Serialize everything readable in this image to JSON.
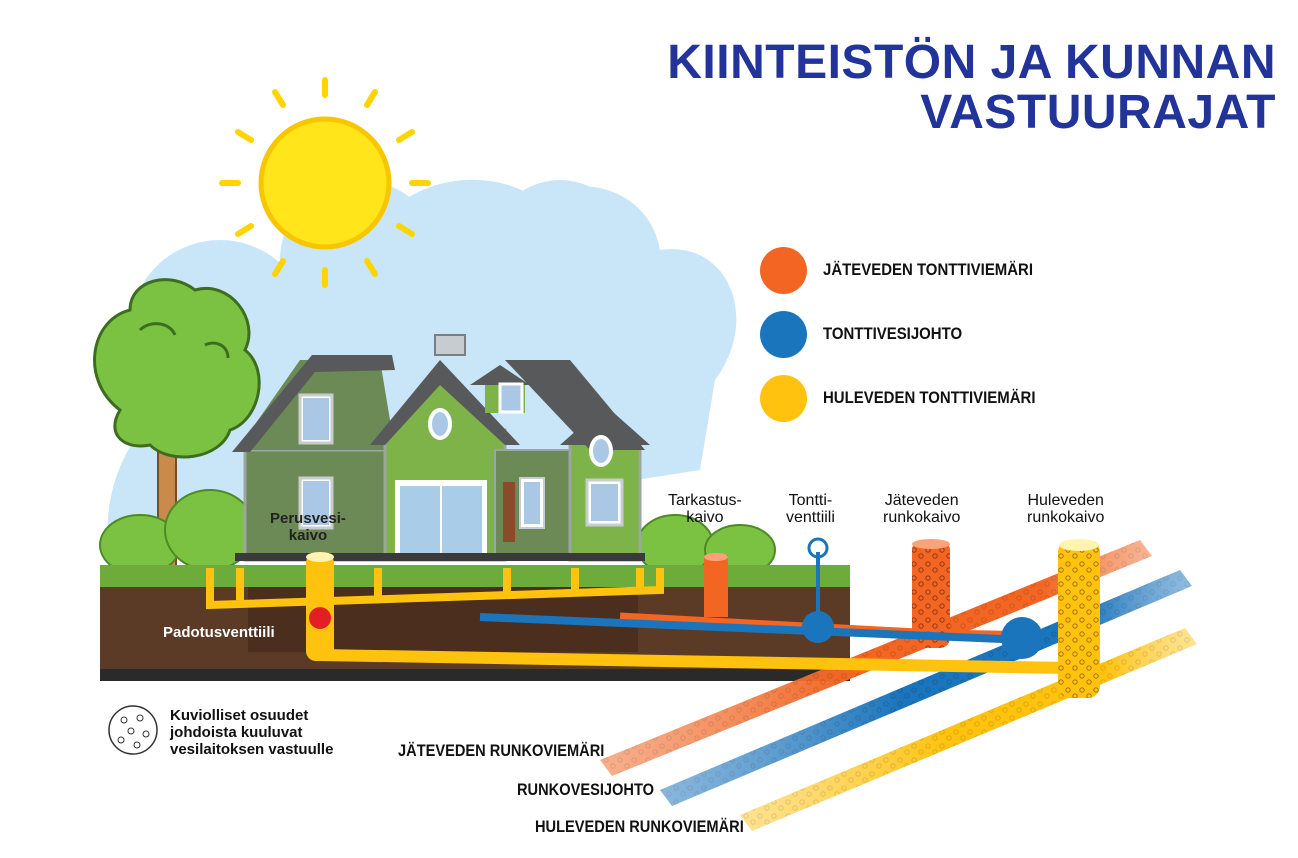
{
  "title": {
    "line1": "KIINTEISTÖN JA KUNNAN",
    "line2": "VASTUURAJAT"
  },
  "legend": [
    {
      "label": "JÄTEVEDEN TONTTIVIEMÄRI",
      "color": "#f26522"
    },
    {
      "label": "TONTTIVESIJOHTO",
      "color": "#1b75bc"
    },
    {
      "label": "HULEVEDEN TONTTIVIEMÄRI",
      "color": "#ffc20e"
    }
  ],
  "labels": {
    "perusvesikaivo": "Perusvesi-\nkaivo",
    "padotusventtiili": "Padotusventtiili",
    "tarkastuskaivo": "Tarkastus-\nkaivo",
    "tonttiventtiili": "Tontti-\nventtiili",
    "jatevedenrunkokaivo": "Jäteveden\nrunkokaivo",
    "hulevedenrunkokaivo": "Huleveden\nrunkokaivo"
  },
  "mains": {
    "jatevesi": "JÄTEVEDEN RUNKOVIEMÄRI",
    "vesijohto": "RUNKOVESIJOHTO",
    "hulevesi": "HULEVEDEN RUNKOVIEMÄRI"
  },
  "note": "Kuviolliset osuudet\njohdoista kuuluvat\nvesilaitoksen vastuulle",
  "colors": {
    "title": "#22339a",
    "orange": "#f26522",
    "blue": "#1b75bc",
    "yellow": "#ffc20e"
  }
}
